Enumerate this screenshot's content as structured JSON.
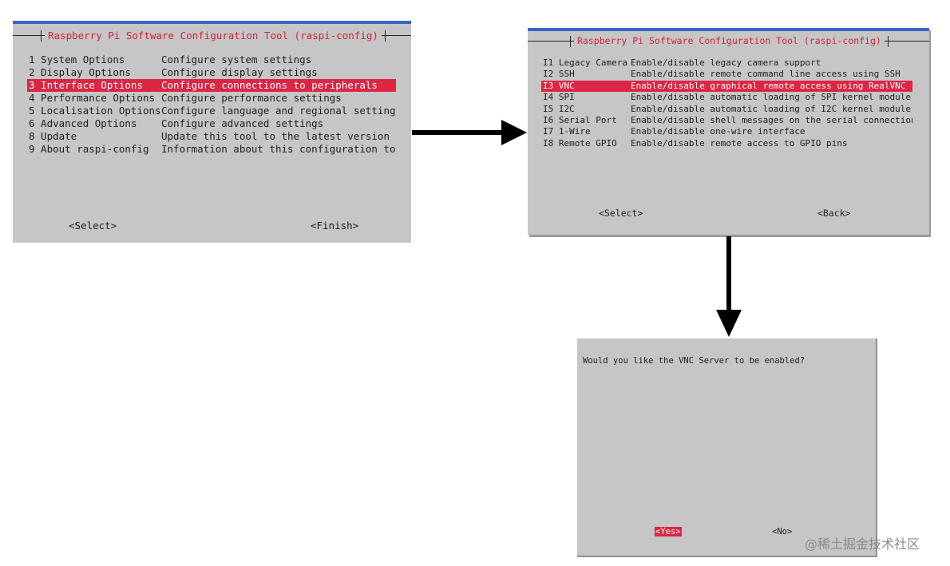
{
  "main_menu": {
    "title": "Raspberry Pi Software Configuration Tool (raspi-config)",
    "items": [
      {
        "label": "1 System Options",
        "desc": "Configure system settings",
        "selected": false
      },
      {
        "label": "2 Display Options",
        "desc": "Configure display settings",
        "selected": false
      },
      {
        "label": "3 Interface Options",
        "desc": "Configure connections to peripherals",
        "selected": true
      },
      {
        "label": "4 Performance Options",
        "desc": "Configure performance settings",
        "selected": false
      },
      {
        "label": "5 Localisation Options",
        "desc": "Configure language and regional settings",
        "selected": false
      },
      {
        "label": "6 Advanced Options",
        "desc": "Configure advanced settings",
        "selected": false
      },
      {
        "label": "8 Update",
        "desc": "Update this tool to the latest version",
        "selected": false
      },
      {
        "label": "9 About raspi-config",
        "desc": "Information about this configuration tool",
        "selected": false
      }
    ],
    "select_label": "<Select>",
    "finish_label": "<Finish>"
  },
  "interface_menu": {
    "title": "Raspberry Pi Software Configuration Tool (raspi-config)",
    "items": [
      {
        "label": "I1 Legacy Camera",
        "desc": "Enable/disable legacy camera support",
        "selected": false
      },
      {
        "label": "I2 SSH",
        "desc": "Enable/disable remote command line access using SSH",
        "selected": false
      },
      {
        "label": "I3 VNC",
        "desc": "Enable/disable graphical remote access using RealVNC",
        "selected": true
      },
      {
        "label": "I4 SPI",
        "desc": "Enable/disable automatic loading of SPI kernel module",
        "selected": false
      },
      {
        "label": "I5 I2C",
        "desc": "Enable/disable automatic loading of I2C kernel module",
        "selected": false
      },
      {
        "label": "I6 Serial Port",
        "desc": "Enable/disable shell messages on the serial connection",
        "selected": false
      },
      {
        "label": "I7 1-Wire",
        "desc": "Enable/disable one-wire interface",
        "selected": false
      },
      {
        "label": "I8 Remote GPIO",
        "desc": "Enable/disable remote access to GPIO pins",
        "selected": false
      }
    ],
    "select_label": "<Select>",
    "back_label": "<Back>"
  },
  "vnc_dialog": {
    "question": "Would you like the VNC Server to be enabled?",
    "yes_label": "<Yes>",
    "no_label": "<No>"
  },
  "watermark": "@稀土掘金技术社区",
  "colors": {
    "terminal_bg": "#c6c6c6",
    "highlight": "#dc2644",
    "title_text": "#d0233d",
    "top_bar": "#3d64c6",
    "arrow": "#000000"
  },
  "icons": {
    "arrow_right": "arrow-right-icon",
    "arrow_down": "arrow-down-icon"
  }
}
